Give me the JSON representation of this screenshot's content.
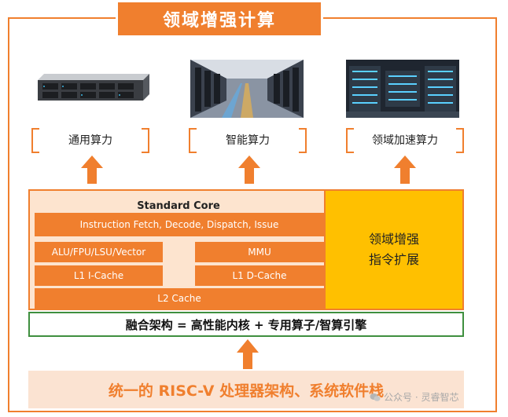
{
  "title": "领域增强计算",
  "compute_types": [
    {
      "label": "通用算力",
      "image": "server-rack-icon"
    },
    {
      "label": "智能算力",
      "image": "data-center-aisle-icon"
    },
    {
      "label": "领域加速算力",
      "image": "server-room-icon"
    }
  ],
  "standard_core": {
    "title": "Standard Core",
    "fetch_bar": "Instruction Fetch, Decode, Dispatch, Issue",
    "alu_bar": "ALU/FPU/LSU/Vector",
    "mmu_bar": "MMU",
    "l1i_bar": "L1 I-Cache",
    "l1d_bar": "L1 D-Cache",
    "l2_bar": "L2 Cache"
  },
  "extension": {
    "line1": "领域增强",
    "line2": "指令扩展"
  },
  "fusion": "融合架构 = 高性能内核 + 专用算子/智算引擎",
  "bottom": "统一的 RISC-V 处理器架构、系统软件栈",
  "watermark": "公众号 · 灵睿智芯",
  "colors": {
    "accent": "#f07f2e",
    "extension": "#ffc000",
    "core_bg": "#fde4cf",
    "fusion_border": "#3f8f3f"
  }
}
